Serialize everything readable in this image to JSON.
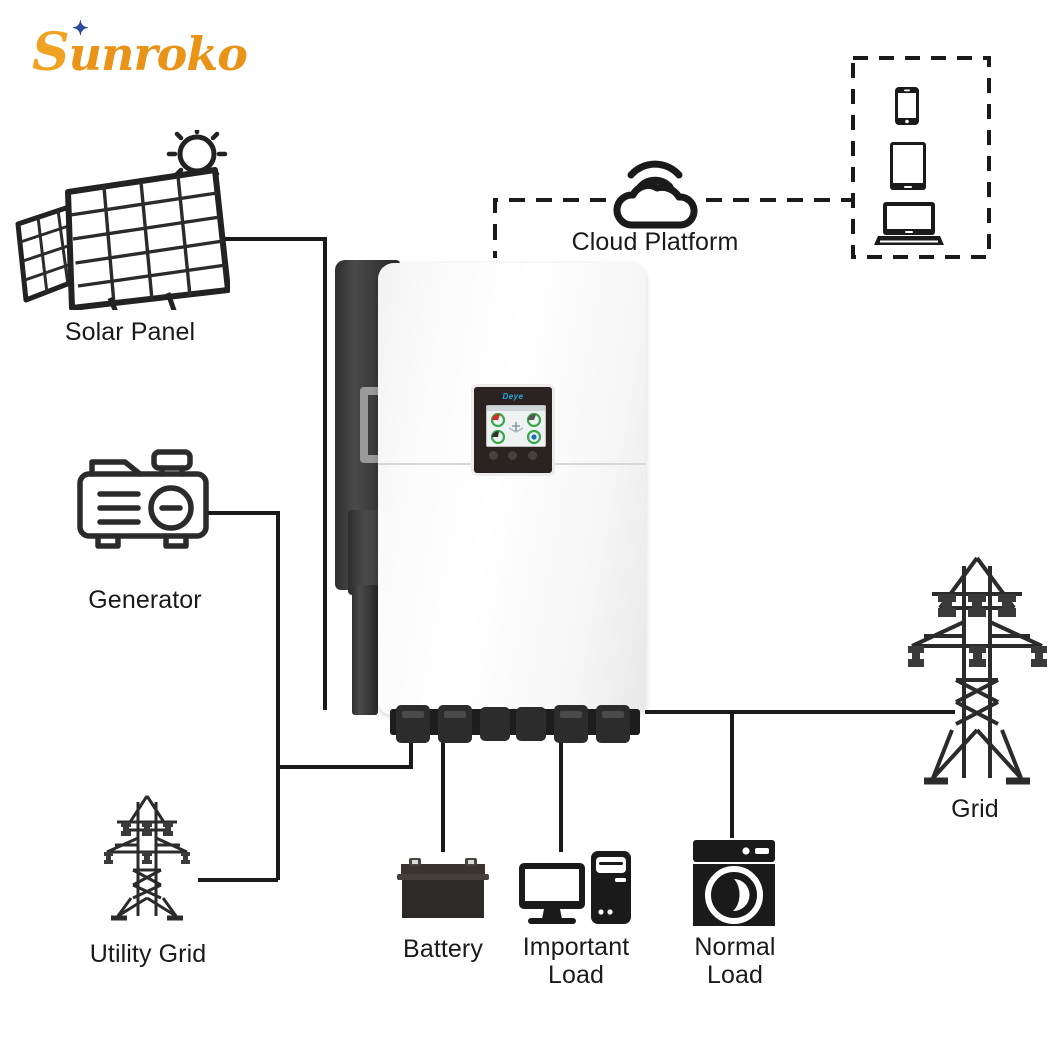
{
  "brand": {
    "name": "Sunroko",
    "first_letter": "S",
    "rest": "unroko",
    "star_icon": "four-point-star-icon",
    "color": "#E99317",
    "star_color": "#2B4A9B"
  },
  "diagram": {
    "type": "hybrid-solar-inverter-system-diagram",
    "background": "#ffffff",
    "line_color": "#1a1a1a"
  },
  "nodes": [
    {
      "id": "solar-panel",
      "label": "Solar Panel",
      "icon": "solar-panel-icon"
    },
    {
      "id": "generator",
      "label": "Generator",
      "icon": "generator-icon"
    },
    {
      "id": "utility-grid",
      "label": "Utility Grid",
      "icon": "transmission-tower-icon"
    },
    {
      "id": "cloud-platform",
      "label": "Cloud Platform",
      "icon": "cloud-wifi-icon"
    },
    {
      "id": "devices",
      "label": "",
      "icon": "devices-group-icon"
    },
    {
      "id": "inverter",
      "label": "",
      "icon": "hybrid-inverter-icon"
    },
    {
      "id": "grid",
      "label": "Grid",
      "icon": "transmission-tower-icon"
    },
    {
      "id": "battery",
      "label": "Battery",
      "icon": "battery-icon"
    },
    {
      "id": "important-load",
      "label": "Important\nLoad",
      "icon": "desktop-computer-icon"
    },
    {
      "id": "normal-load",
      "label": "Normal\nLoad",
      "icon": "washing-machine-icon"
    }
  ],
  "devices_box": {
    "border_style": "dashed",
    "items": [
      {
        "id": "smartphone",
        "icon": "smartphone-icon"
      },
      {
        "id": "tablet",
        "icon": "tablet-icon"
      },
      {
        "id": "laptop",
        "icon": "laptop-icon"
      }
    ]
  },
  "inverter": {
    "display": {
      "brand_text": "Deye",
      "brand_color": "#29A3DC",
      "screen_icon": "inverter-status-screen-icon",
      "buttons": [
        "button-left",
        "button-center",
        "button-right"
      ]
    },
    "cable_glands_count": 6
  },
  "connections": [
    {
      "from": "solar-panel",
      "to": "inverter",
      "style": "solid"
    },
    {
      "from": "generator",
      "to": "inverter",
      "style": "solid"
    },
    {
      "from": "utility-grid",
      "to": "inverter",
      "style": "solid"
    },
    {
      "from": "cloud-platform",
      "to": "inverter",
      "style": "dashed"
    },
    {
      "from": "cloud-platform",
      "to": "devices",
      "style": "dashed"
    },
    {
      "from": "inverter",
      "to": "grid",
      "style": "solid"
    },
    {
      "from": "inverter",
      "to": "battery",
      "style": "solid"
    },
    {
      "from": "inverter",
      "to": "important-load",
      "style": "solid"
    },
    {
      "from": "inverter",
      "to": "normal-load",
      "style": "solid"
    }
  ]
}
